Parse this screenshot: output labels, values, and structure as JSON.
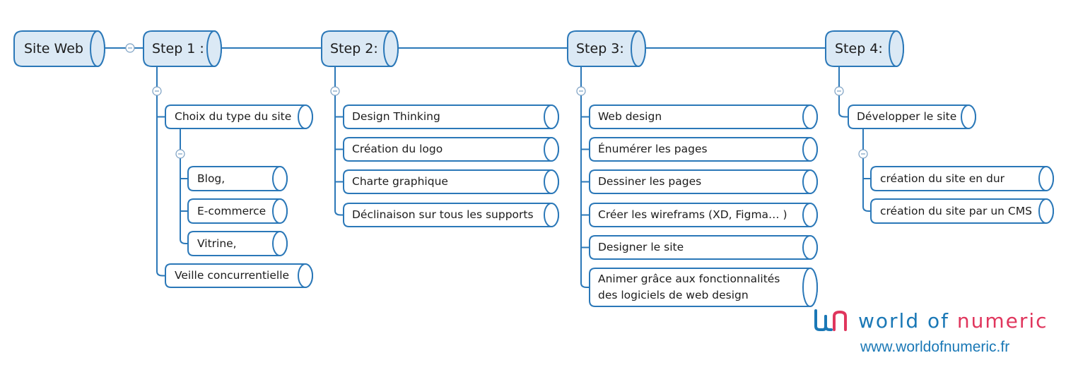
{
  "colors": {
    "stroke": "#2b78b8",
    "fill": "#dbe9f5",
    "text": "#1c1c1c",
    "brand_blue": "#1a78b6",
    "brand_pink": "#e0365d"
  },
  "root": {
    "label": "Site Web"
  },
  "steps": [
    {
      "label": "Step 1 :",
      "children": [
        {
          "label": "Choix du type du site",
          "children": [
            {
              "label": "Blog,"
            },
            {
              "label": "E-commerce"
            },
            {
              "label": "Vitrine,"
            }
          ]
        },
        {
          "label": "Veille concurrentielle"
        }
      ]
    },
    {
      "label": "Step 2:",
      "children": [
        {
          "label": "Design Thinking"
        },
        {
          "label": "Création du logo"
        },
        {
          "label": "Charte graphique"
        },
        {
          "label": "Déclinaison sur tous les supports"
        }
      ]
    },
    {
      "label": "Step 3:",
      "children": [
        {
          "label": "Web design"
        },
        {
          "label": "Énumérer les pages"
        },
        {
          "label": "Dessiner les pages"
        },
        {
          "label": "Créer les wireframs (XD, Figma… )"
        },
        {
          "label": "Designer le site"
        },
        {
          "label": "Animer grâce aux fonctionnalités des logiciels de web design",
          "lines": [
            "Animer grâce aux fonctionnalités",
            "des logiciels de web design"
          ]
        }
      ]
    },
    {
      "label": "Step 4:",
      "children": [
        {
          "label": "Développer le site",
          "children": [
            {
              "label": "création du site en dur"
            },
            {
              "label": "création du site par un CMS"
            }
          ]
        }
      ]
    }
  ],
  "brand": {
    "logo_mark": "wn-logo",
    "name_part1": "world of ",
    "name_part2": "numeric",
    "url": "www.worldofnumeric.fr"
  }
}
